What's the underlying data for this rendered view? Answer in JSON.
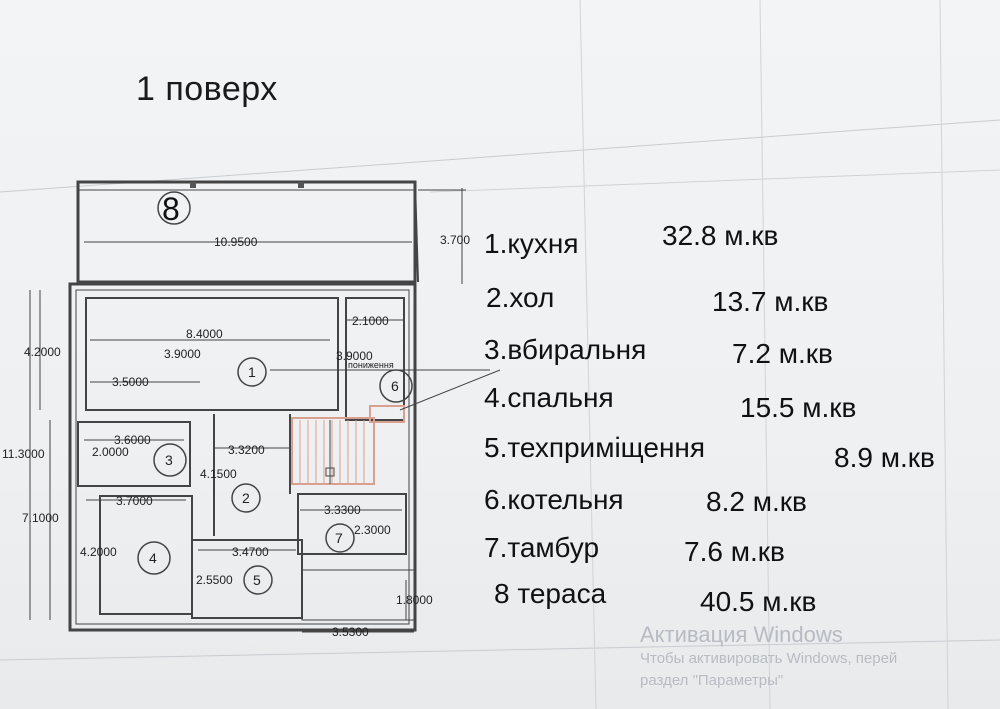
{
  "title": "1 поверх",
  "plan": {
    "dimensions": {
      "d_terrace_width": "10.9500",
      "d_terrace_depth": "3.700",
      "d_kitchen_width": "8.4000",
      "d_kitchen_inner": "3.9000",
      "d_kitchen_left": "3.5000",
      "d_boiler_width": "2.1000",
      "d_boiler_depth": "3.9000",
      "d_left_upper": "4.2000",
      "d_total_height": "11.3000",
      "d_lower_height": "7.1000",
      "d_closet_width": "3.6000",
      "d_closet_depth": "2.0000",
      "d_hall_width": "3.3200",
      "d_hall_depth": "4.1500",
      "d_bedroom_width": "3.7000",
      "d_bedroom_depth": "4.2000",
      "d_tech_width": "3.4700",
      "d_tech_depth": "2.5500",
      "d_vest_width": "3.3300",
      "d_vest_depth": "2.3000",
      "d_porch_depth": "1.8000",
      "d_porch_width": "3.5300"
    },
    "room_numbers": [
      "1",
      "2",
      "3",
      "4",
      "5",
      "6",
      "7",
      "8"
    ],
    "note_lowered": "пониження"
  },
  "legend": [
    {
      "label": "1.кухня",
      "area": "32.8 м.кв"
    },
    {
      "label": "2.хол",
      "area": "13.7 м.кв"
    },
    {
      "label": "3.вбиральня",
      "area": "7.2 м.кв"
    },
    {
      "label": "4.спальня",
      "area": "15.5 м.кв"
    },
    {
      "label": "5.техприміщення",
      "area": "8.9 м.кв"
    },
    {
      "label": "6.котельня",
      "area": "8.2 м.кв"
    },
    {
      "label": "7.тамбур",
      "area": "7.6 м.кв"
    },
    {
      "label": "8 тераса",
      "area": "40.5 м.кв"
    }
  ],
  "watermark": {
    "title": "Активация Windows",
    "line1": "Чтобы активировать Windows, перей",
    "line2": "раздел \"Параметры\""
  },
  "colors": {
    "stair": "#d9a090",
    "line": "#444444"
  }
}
